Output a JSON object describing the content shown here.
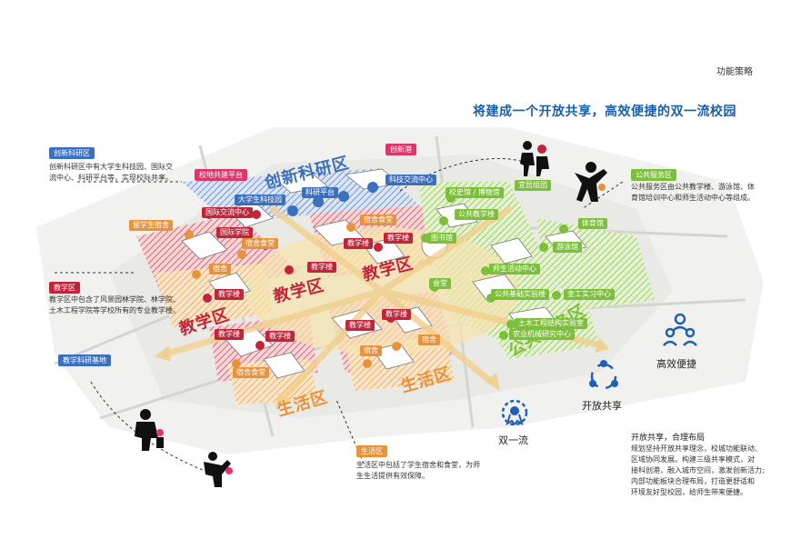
{
  "page": {
    "section_label": "功能策略",
    "headline": "将建成一个开放共享，高效便捷的双一流校园"
  },
  "colors": {
    "innovation_blue": "#3b6fc0",
    "teaching_red": "#c0253a",
    "living_orange": "#e8923a",
    "public_green": "#7cbf3a",
    "gate_pink": "#e0356a",
    "icon_blue": "#1f5fb5"
  },
  "annotations": {
    "innovation": {
      "tag": "创新科研区",
      "text_lines": [
        "创新科研区中有大学生科技园、国际交",
        "流中心、科研平台等，实现校际共享。"
      ]
    },
    "public": {
      "tag": "公共服务区",
      "text_lines": [
        "公共服务区由公共教学楼、游泳馆、体",
        "育馆培训中心和师生活动中心等组成。"
      ]
    },
    "teaching": {
      "tag": "教学区",
      "text_lines": [
        "教学区中包含了风景园林学院、林学院、",
        "土木工程学院等学校所有的专业教学楼。"
      ]
    },
    "living": {
      "tag": "生活区",
      "text_lines": [
        "生活区中包括了学生宿舍和食堂，为师",
        "生生活提供有效保障。"
      ]
    },
    "strategy": {
      "title": "开放共享，合理布局",
      "text_lines": [
        "规划坚持开放共享理念，校城功能联动、",
        "区域协同发展。构建三级共享模式，对",
        "接科创港，融入城市空间，激发创新活力;",
        "内部功能板块合理布局，打造更舒适和",
        "环境友好型校园，给师生带来便捷。"
      ]
    }
  },
  "zones": {
    "innovation": "创新科研区",
    "teaching": [
      "教学区",
      "教学区",
      "教学区"
    ],
    "living": [
      "生活区",
      "生活区"
    ],
    "public": "公共服务区"
  },
  "tags": {
    "gate": "创新港",
    "school_platform": "校地共建平台",
    "teaching_base": "教学科研基地"
  },
  "buildings": {
    "blue": [
      "大学生科技园",
      "科研平台",
      "科技交流中心"
    ],
    "red": [
      "国际交流中心",
      "国际学院",
      "教学楼",
      "教学楼",
      "教学楼",
      "教学楼",
      "教学楼",
      "教学楼",
      "教学楼",
      "教学楼"
    ],
    "orange": [
      "留学生宿舍",
      "宿舍食堂",
      "宿舍食堂",
      "宿舍",
      "宿舍",
      "宿舍",
      "宿舍食堂"
    ],
    "green": [
      "校史馆 / 博物馆",
      "宜居组团",
      "体育馆",
      "公共教学楼",
      "图书馆",
      "游泳馆",
      "师生活动中心",
      "会堂",
      "公共基础实验楼",
      "金工实习中心",
      "土木工程结构实验室",
      "农业机械研究中心"
    ]
  },
  "icons": {
    "efficient": "高效便捷",
    "open": "开放共享",
    "first_class": "双一流"
  }
}
